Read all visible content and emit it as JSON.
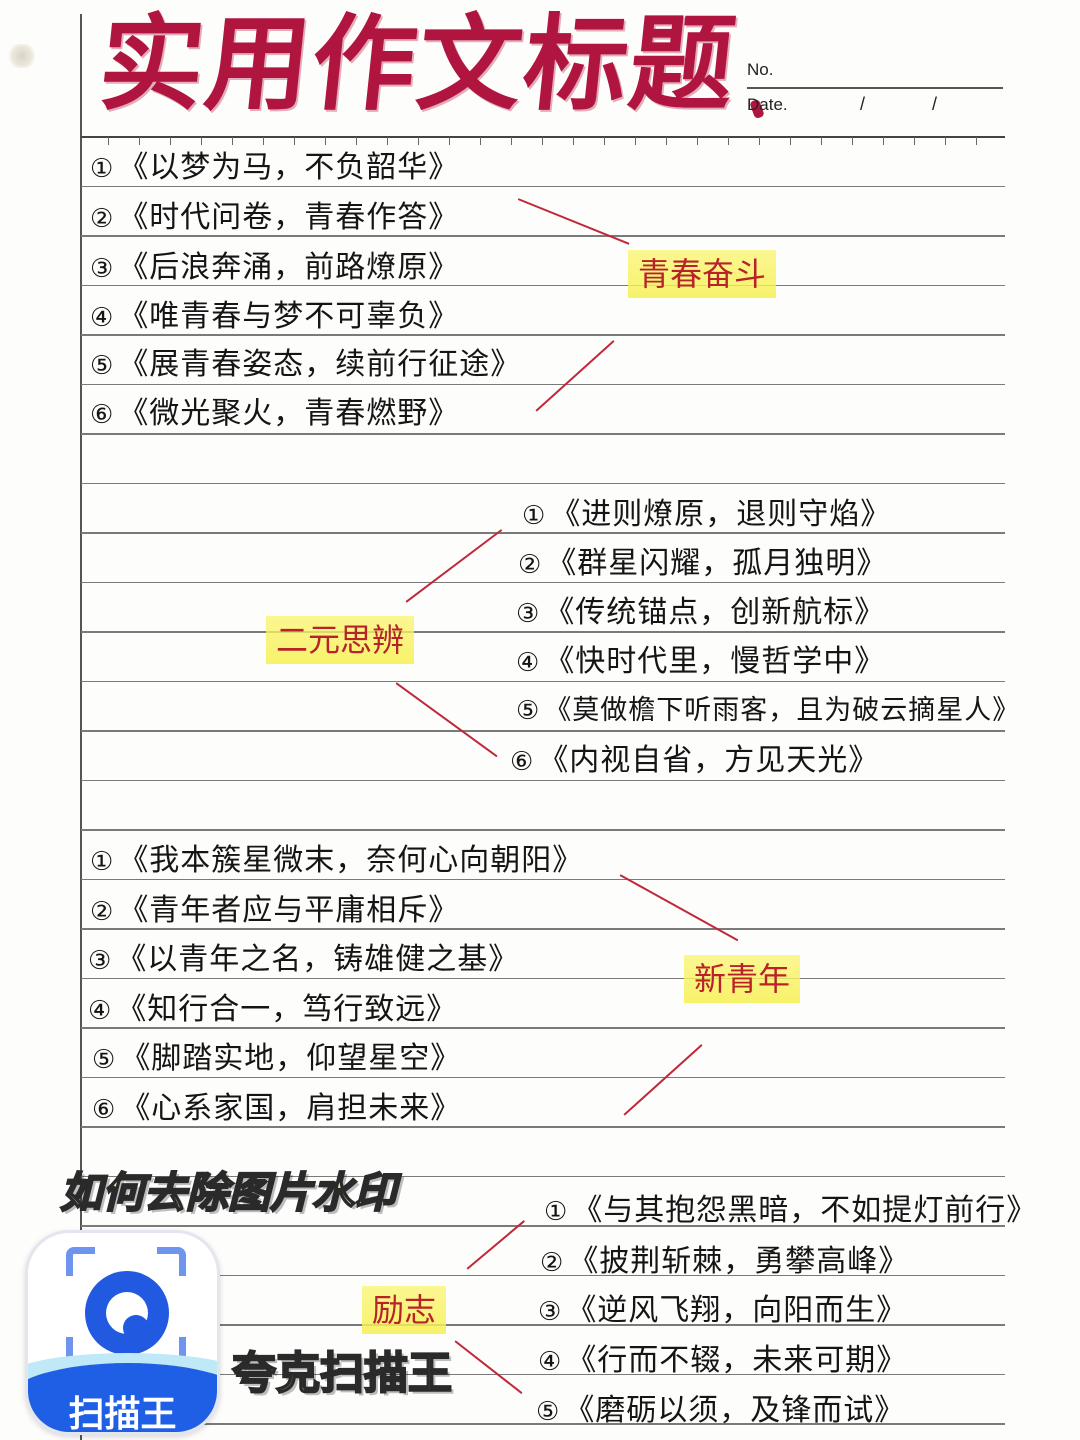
{
  "header": {
    "title": "实用作文标题",
    "no_label": "No.",
    "date_label": "Date.",
    "date_separators": [
      "/",
      "/"
    ]
  },
  "sections": [
    {
      "label": "青春奋斗",
      "items": [
        {
          "num": "①",
          "text": "《以梦为马，不负韶华》"
        },
        {
          "num": "②",
          "text": "《时代问卷，青春作答》"
        },
        {
          "num": "③",
          "text": "《后浪奔涌，前路燎原》"
        },
        {
          "num": "④",
          "text": "《唯青春与梦不可辜负》"
        },
        {
          "num": "⑤",
          "text": "《展青春姿态，续前行征途》"
        },
        {
          "num": "⑥",
          "text": "《微光聚火，青春燃野》"
        }
      ]
    },
    {
      "label": "二元思辨",
      "items": [
        {
          "num": "①",
          "text": "《进则燎原，退则守焰》"
        },
        {
          "num": "②",
          "text": "《群星闪耀，孤月独明》"
        },
        {
          "num": "③",
          "text": "《传统锚点，创新航标》"
        },
        {
          "num": "④",
          "text": "《快时代里，慢哲学中》"
        },
        {
          "num": "⑤",
          "text": "《莫做檐下听雨客，且为破云摘星人》"
        },
        {
          "num": "⑥",
          "text": "《内视自省，方见天光》"
        }
      ]
    },
    {
      "label": "新青年",
      "items": [
        {
          "num": "①",
          "text": "《我本簇星微末，奈何心向朝阳》"
        },
        {
          "num": "②",
          "text": "《青年者应与平庸相斥》"
        },
        {
          "num": "③",
          "text": "《以青年之名，铸雄健之基》"
        },
        {
          "num": "④",
          "text": "《知行合一，笃行致远》"
        },
        {
          "num": "⑤",
          "text": "《脚踏实地，仰望星空》"
        },
        {
          "num": "⑥",
          "text": "《心系家国，肩担未来》"
        }
      ]
    },
    {
      "label": "励志",
      "items": [
        {
          "num": "①",
          "text": "《与其抱怨黑暗，不如提灯前行》"
        },
        {
          "num": "②",
          "text": "《披荆斩棘，勇攀高峰》"
        },
        {
          "num": "③",
          "text": "《逆风飞翔，向阳而生》"
        },
        {
          "num": "④",
          "text": "《行而不辍，未来可期》"
        },
        {
          "num": "⑤",
          "text": "《磨砺以须，及锋而试》"
        }
      ]
    }
  ],
  "watermark": {
    "headline": "如何去除图片水印",
    "brand": "夸克扫描王",
    "app_icon_label": "扫描王",
    "app_icon_glyph": "camera-lens-icon",
    "colors": {
      "brand_blue": "#2159e0",
      "watermark_yellow": "#f6e9a0",
      "ink_red": "#b0153f",
      "highlight": "#f6f050"
    }
  }
}
